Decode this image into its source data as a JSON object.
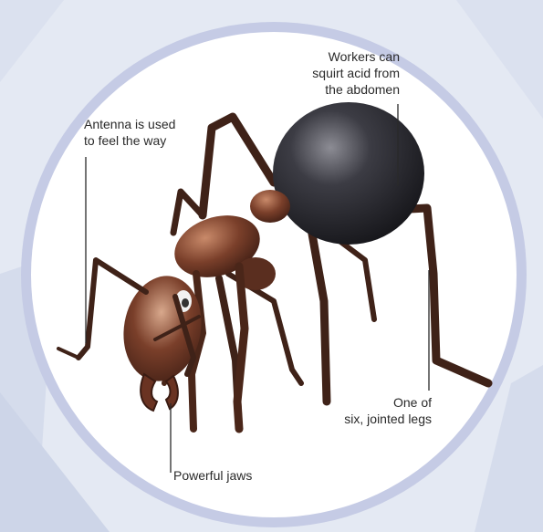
{
  "labels": {
    "abdomen": [
      "Workers can",
      "squirt acid from",
      "the abdomen"
    ],
    "antenna": [
      "Antenna is used",
      "to feel the way"
    ],
    "legs": [
      "One of",
      "six, jointed legs"
    ],
    "jaws": [
      "Powerful jaws"
    ]
  },
  "colors": {
    "background": "#e4e9f3",
    "ring": "#c5cbe5",
    "disc": "#ffffff",
    "leader": "#2a2a2a",
    "ant_body": "#7a3f2a",
    "ant_abdomen": "#2c2c32"
  }
}
